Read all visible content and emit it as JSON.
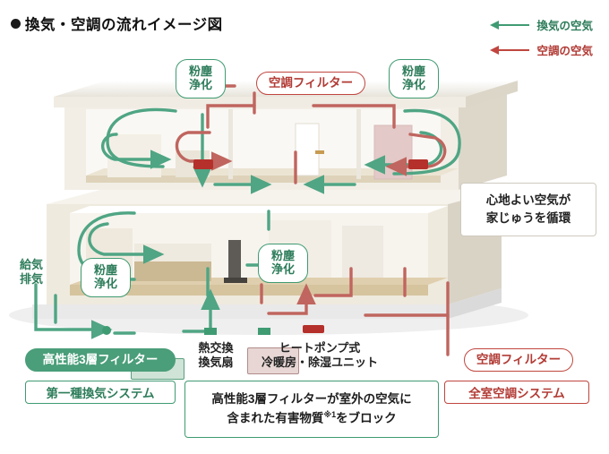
{
  "title": "換気・空調の流れイメージ図",
  "legend": {
    "items": [
      {
        "label": "換気の空気",
        "color": "#3f9b72",
        "icon": "left-arrow-icon"
      },
      {
        "label": "空調の空気",
        "color": "#c0463f",
        "icon": "left-arrow-icon"
      }
    ]
  },
  "labels": {
    "dust_purify_1": "粉塵\n浄化",
    "dust_purify_2": "粉塵\n浄化",
    "dust_purify_3": "粉塵\n浄化",
    "dust_purify_4": "粉塵\n浄化",
    "ac_filter_top": "空調フィルター",
    "ac_filter_bottom": "空調フィルター",
    "supply_exhaust": "給気\n排気",
    "high_perf_filter": "高性能3層フィルター",
    "heat_exchange_fan": "熱交換\n換気扇",
    "heat_pump_unit": "ヒートポンプ式\n冷暖房・除湿ユニット",
    "air_note": "心地よい空気が\n家じゅうを循環",
    "system_left": "第一種換気システム",
    "system_right": "全室空調システム",
    "bottom_note_line1": "高性能3層フィルターが室外の空気に",
    "bottom_note_line2_a": "含まれた有害物質",
    "bottom_note_sup": "※1",
    "bottom_note_line2_b": "をブロック"
  },
  "colors": {
    "green": "#3f9b72",
    "red": "#c0463f",
    "green_dark": "#2e7d5b",
    "red_dark": "#b23b35",
    "wall": "#f3efe8",
    "floor": "#d9c9ab"
  }
}
